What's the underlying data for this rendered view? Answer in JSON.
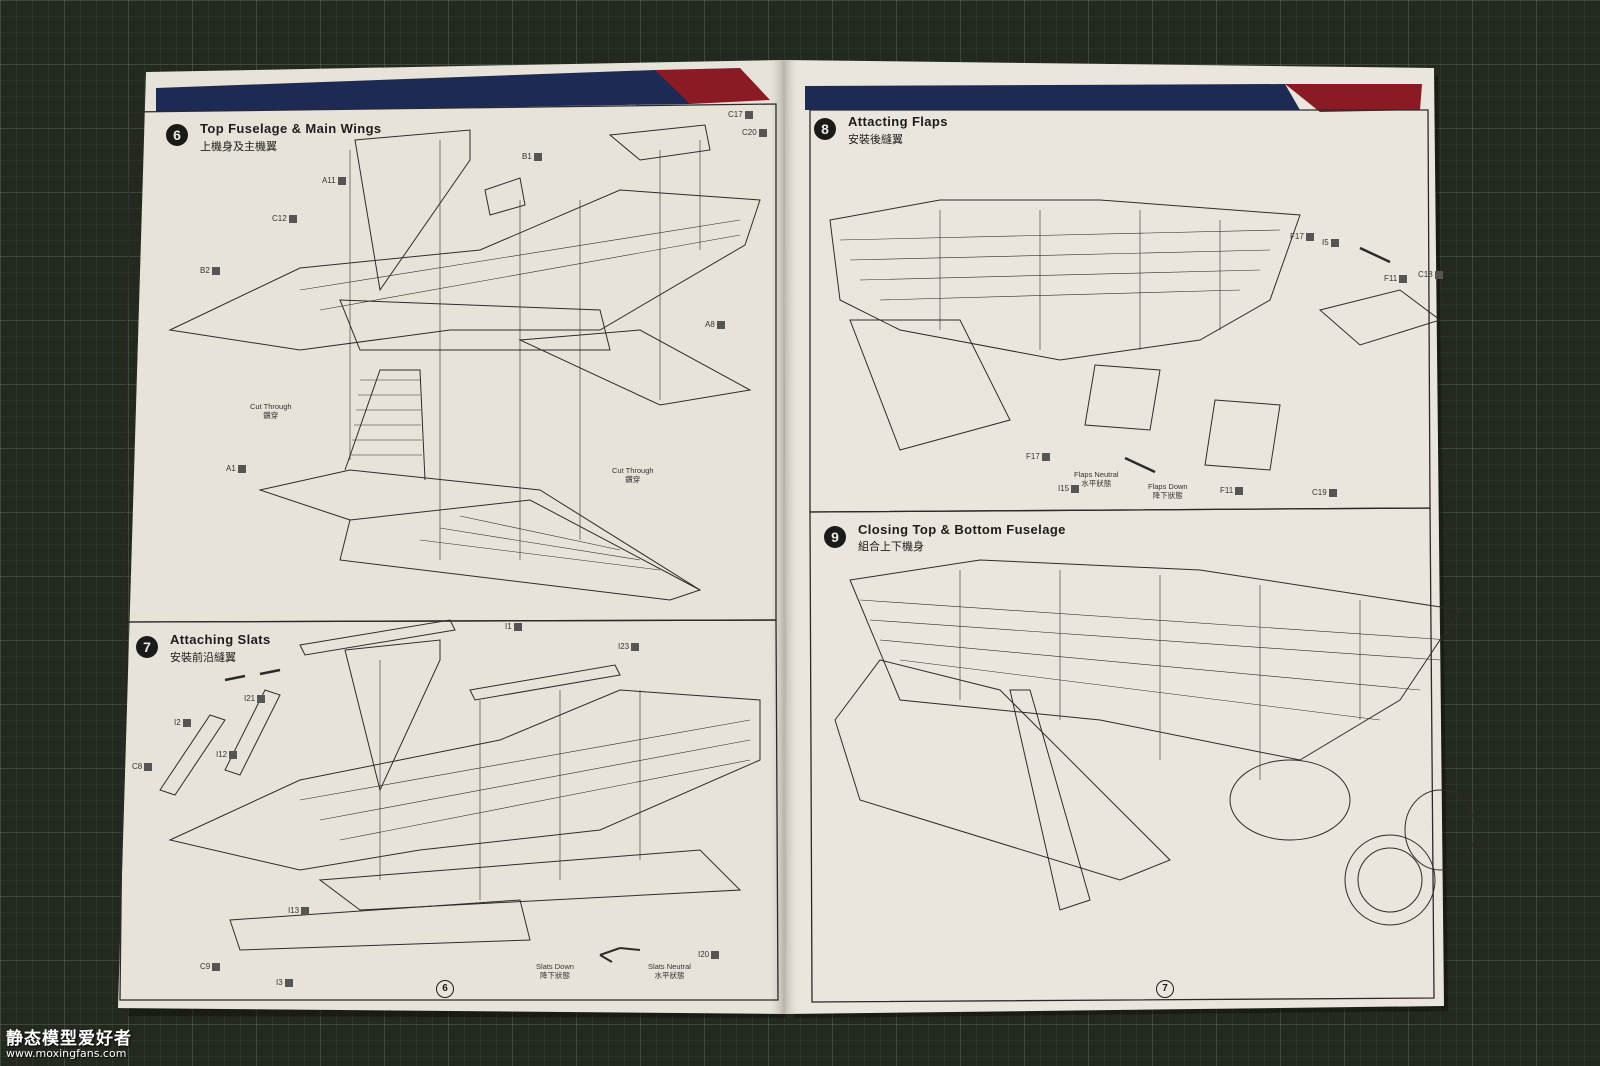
{
  "watermark": {
    "site_name": "静态模型爱好者",
    "url": "www.moxingfans.com"
  },
  "left_page": {
    "page_number": "6",
    "steps": [
      {
        "number": "6",
        "title": "Top Fuselage & Main Wings",
        "subtitle": "上機身及主機翼"
      },
      {
        "number": "7",
        "title": "Attaching Slats",
        "subtitle": "安裝前沿縫翼"
      }
    ],
    "parts": [
      "C17",
      "C20",
      "B1",
      "A11",
      "C12",
      "B2",
      "A8",
      "A1",
      "I1",
      "I23",
      "I21",
      "I2",
      "I12",
      "C8",
      "I13",
      "C9",
      "I3",
      "I20"
    ],
    "notes": [
      {
        "en": "Cut Through",
        "cn": "鑽穿"
      },
      {
        "en": "Cut Through",
        "cn": "鑽穿"
      },
      {
        "en": "Slats Down",
        "cn": "降下狀態"
      },
      {
        "en": "Slats Neutral",
        "cn": "水平狀態"
      }
    ]
  },
  "right_page": {
    "page_number": "7",
    "steps": [
      {
        "number": "8",
        "title": "Attacting Flaps",
        "subtitle": "安裝後縫翼"
      },
      {
        "number": "9",
        "title": "Closing Top & Bottom Fuselage",
        "subtitle": "組合上下機身"
      }
    ],
    "parts": [
      "F17",
      "I5",
      "F11",
      "C18",
      "F17",
      "I15",
      "F11",
      "C19"
    ],
    "notes": [
      {
        "en": "Flaps Neutral",
        "cn": "水平狀態"
      },
      {
        "en": "Flaps Down",
        "cn": "降下狀態"
      }
    ]
  },
  "colors": {
    "paper": "#e9e4db",
    "ink": "#1c1c1c",
    "header_blue": "#1c2a55",
    "header_red": "#8a1a24",
    "mat": "#23291f"
  }
}
